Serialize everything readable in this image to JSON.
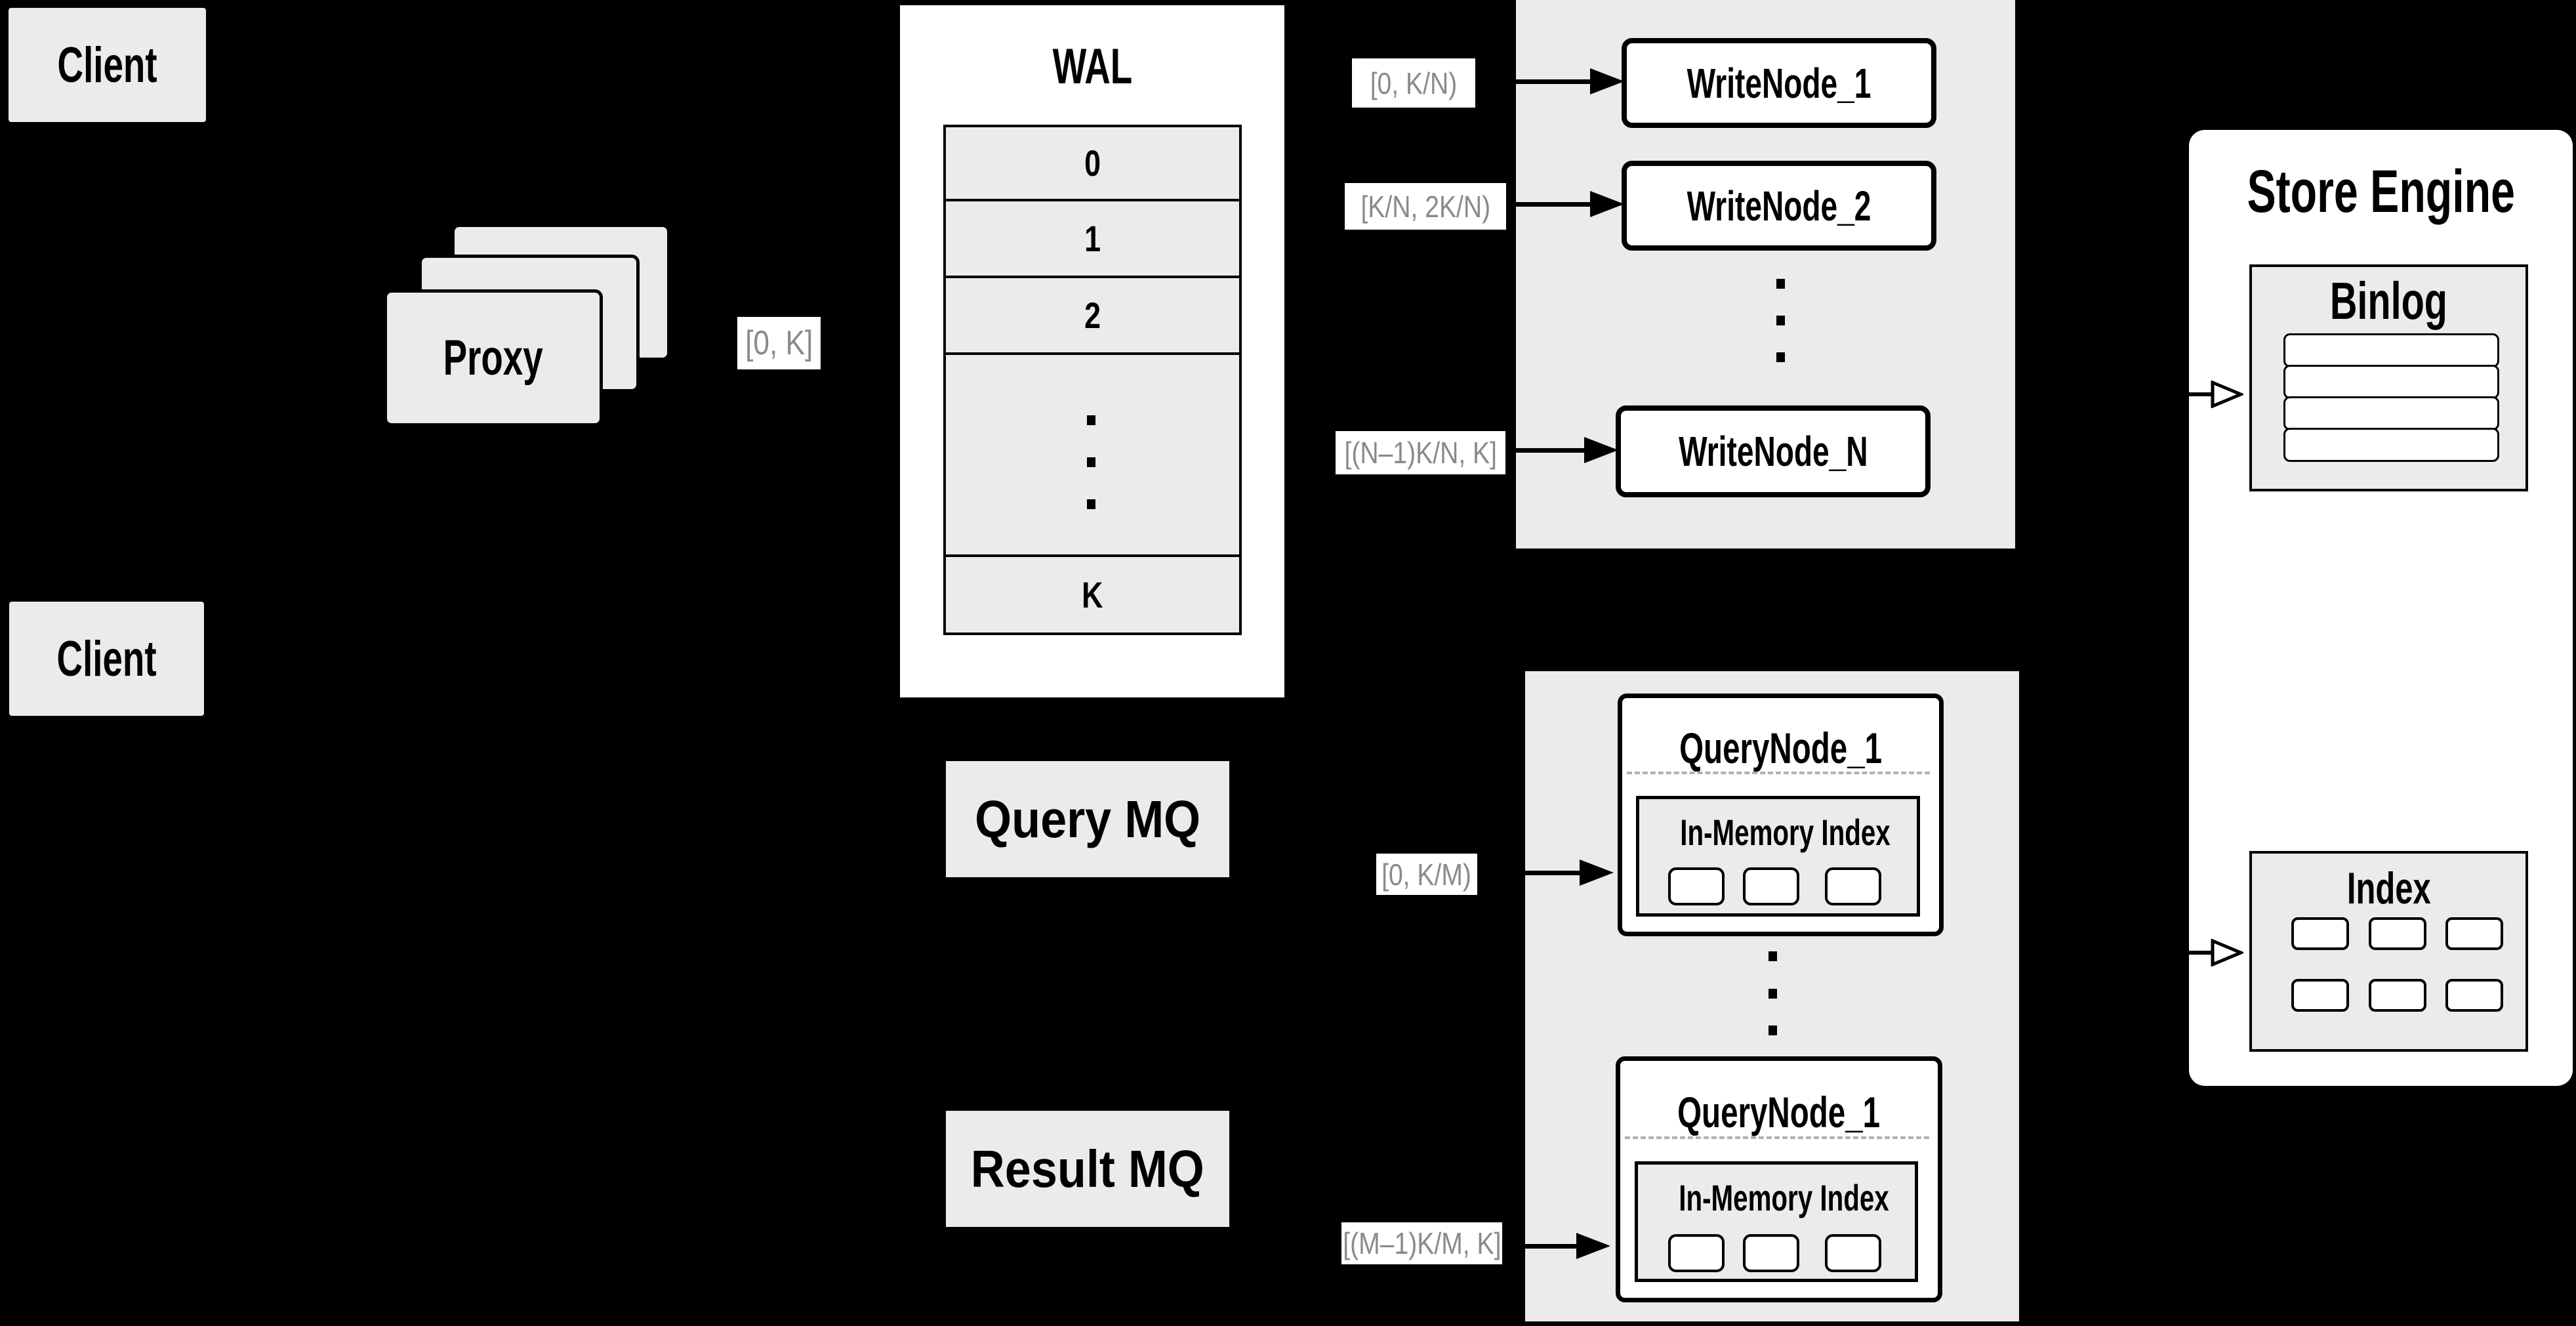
{
  "colors": {
    "background": "#000000",
    "panel_fill": "#ebebeb",
    "node_fill": "#ffffff",
    "line": "#000000",
    "range_text": "#8a8a8a"
  },
  "clients": {
    "top": "Client",
    "bottom": "Client"
  },
  "proxy": {
    "label": "Proxy"
  },
  "ranges": {
    "proxy_out": "[0, K]",
    "write_node_1": "[0, K/N)",
    "write_node_2": "[K/N, 2K/N)",
    "write_node_n": "[(N–1)K/N, K]",
    "query_node_1": "[0, K/M)",
    "query_node_m": "[(M–1)K/M, K]"
  },
  "wal": {
    "title": "WAL",
    "segments": [
      "0",
      "1",
      "2",
      "K"
    ]
  },
  "write_nodes": {
    "node_1": "WriteNode_1",
    "node_2": "WriteNode_2",
    "node_n": "WriteNode_N"
  },
  "message_queues": {
    "query": "Query MQ",
    "result": "Result MQ"
  },
  "query_nodes": {
    "top": {
      "title": "QueryNode_1",
      "memory_index_title": "In-Memory Index"
    },
    "bottom": {
      "title": "QueryNode_1",
      "memory_index_title": "In-Memory Index"
    }
  },
  "store_engine": {
    "title": "Store Engine",
    "binlog": {
      "title": "Binlog"
    },
    "index": {
      "title": "Index"
    }
  }
}
